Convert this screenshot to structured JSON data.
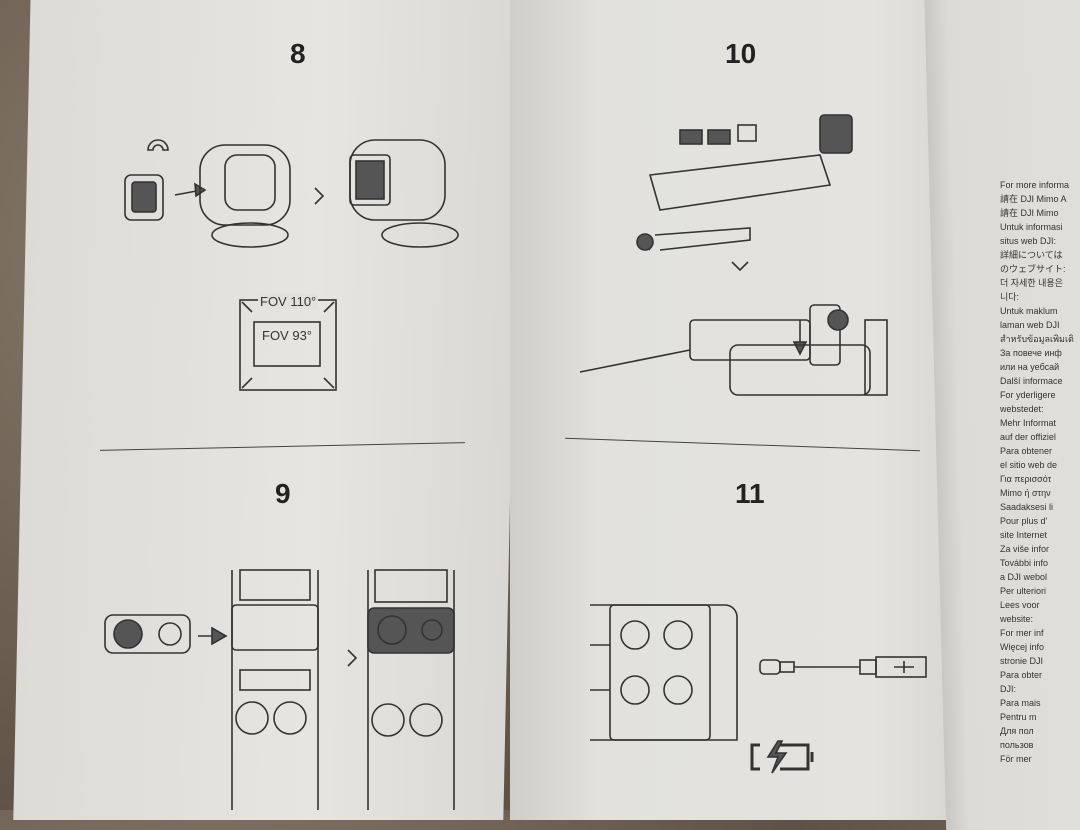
{
  "left_page": {
    "step_8": "8",
    "step_9": "9",
    "fov_outer": "FOV 110°",
    "fov_inner": "FOV 93°"
  },
  "right_page": {
    "step_10": "10",
    "step_11": "11",
    "icons": [
      "magnet-icon",
      "chevron-right-icon",
      "chevron-down-icon",
      "usb-icon",
      "battery-charging-icon"
    ]
  },
  "info_column": {
    "lines": [
      "For more informa",
      "請在 DJI Mimo A",
      "請在 DJI Mimo",
      "Untuk informasi",
      "situs web DJI:",
      "詳細については",
      "のウェブサイト:",
      "더 자세한 내용은",
      "니다:",
      "Untuk maklum",
      "laman web DJI",
      "สำหรับข้อมูลเพิ่มเติ",
      "За повече инф",
      "или на уебсай",
      "Další informace",
      "For yderligere",
      "webstedet:",
      "Mehr Informat",
      "auf der offiziel",
      "Para obtener",
      "el sitio web de",
      "Για περισσότ",
      "Mimo ή στην",
      "Saadaksesi li",
      "Pour plus d'",
      "site Internet",
      "Za više infor",
      "További info",
      "a DJI webol",
      "Per ulteriori",
      "Lees voor",
      "website:",
      "For mer inf",
      "Więcej info",
      "stronie DJI",
      "Para obter",
      "DJI:",
      "Para mais",
      "Pentru m",
      "Для пол",
      "пользов",
      "För mer"
    ]
  }
}
